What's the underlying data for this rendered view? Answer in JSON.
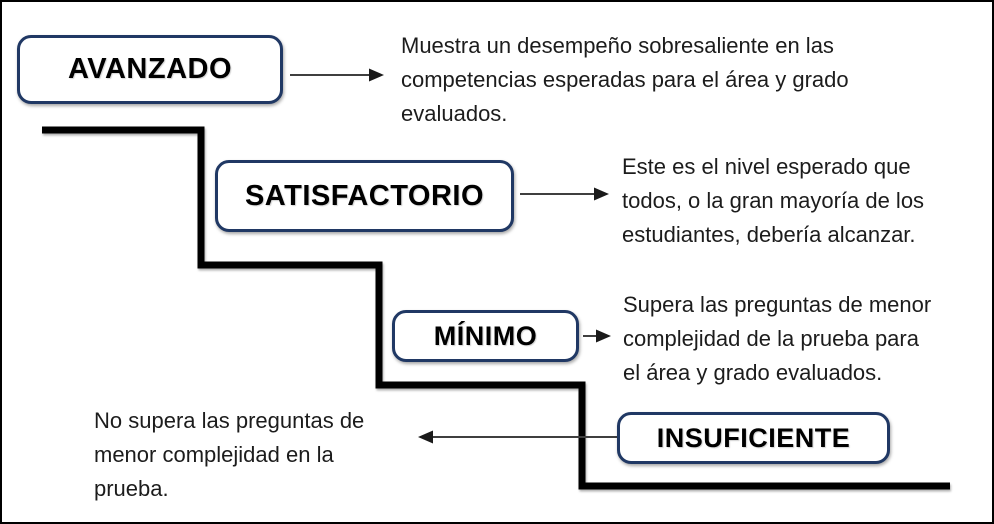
{
  "colors": {
    "background": "#ffffff",
    "outer_border": "#000000",
    "box_border": "#203864",
    "box_fill": "#ffffff",
    "staircase_line": "#000000",
    "arrow_line": "#3f3f3f",
    "arrow_head": "#1a1a1a",
    "description_text": "#1c1c1c",
    "label_text": "#000000"
  },
  "levels": [
    {
      "label": "AVANZADO",
      "arrow_direction": "right",
      "description_lines": [
        "Muestra un desempeño sobresaliente en las",
        "competencias esperadas para el área y grado",
        "evaluados."
      ]
    },
    {
      "label": "SATISFACTORIO",
      "arrow_direction": "right",
      "description_lines": [
        "Este es el nivel esperado que",
        "todos, o la gran mayoría de los",
        "estudiantes, debería alcanzar."
      ]
    },
    {
      "label": "MÍNIMO",
      "arrow_direction": "right",
      "description_lines": [
        "Supera las preguntas de menor",
        "complejidad de la prueba para",
        "el área y grado evaluados."
      ]
    },
    {
      "label": "INSUFICIENTE",
      "arrow_direction": "left",
      "description_lines": [
        "No supera las preguntas de",
        "menor complejidad en la",
        "prueba."
      ]
    }
  ]
}
